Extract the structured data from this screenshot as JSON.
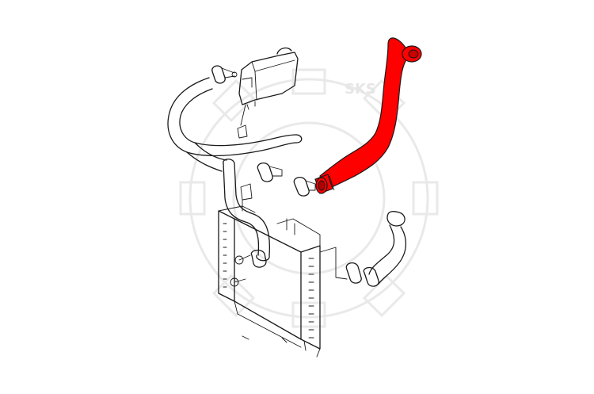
{
  "figure": {
    "type": "parts-diagram",
    "highlight_color": "#ff0000",
    "line_color": "#1a1a1a",
    "background": "#ffffff",
    "watermark": {
      "text": "SKS",
      "icon": "gear-watermark-icon",
      "color": "#e8e8e8"
    },
    "parts": [
      {
        "name": "upper-radiator-hose",
        "highlighted": true
      },
      {
        "name": "expansion-tank",
        "highlighted": false
      },
      {
        "name": "overflow-hose",
        "highlighted": false
      },
      {
        "name": "lower-radiator-hose",
        "highlighted": false
      },
      {
        "name": "small-coolant-pipe",
        "highlighted": false
      },
      {
        "name": "radiator",
        "highlighted": false
      },
      {
        "name": "hose-clamps",
        "highlighted": false
      }
    ]
  }
}
